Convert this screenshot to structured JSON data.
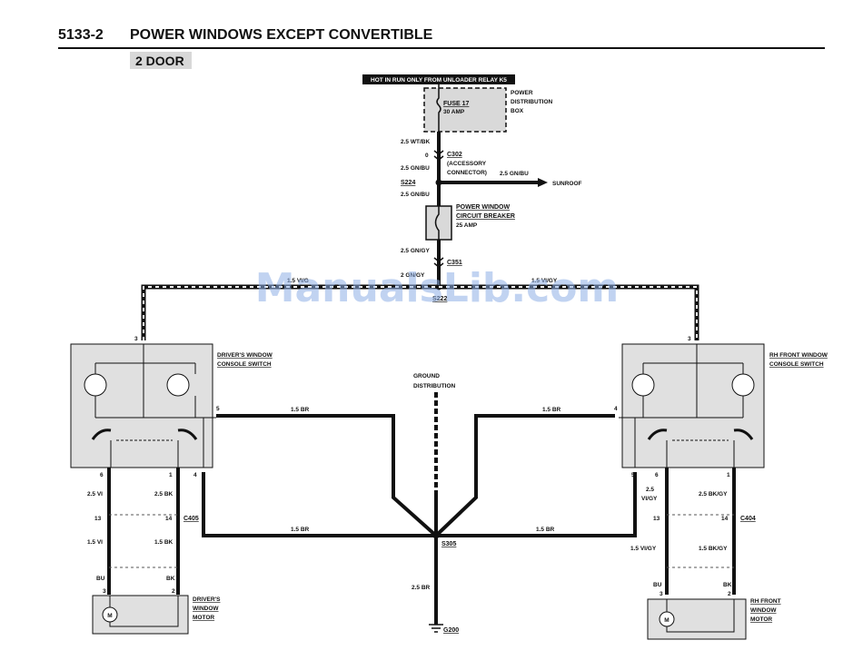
{
  "header": {
    "code": "5133-2",
    "title": "POWER WINDOWS  EXCEPT CONVERTIBLE",
    "variant": "2 DOOR"
  },
  "watermark": "ManualsLib.com",
  "power": {
    "hot_banner": "HOT IN RUN ONLY FROM UNLOADER RELAY K5",
    "fuse": "FUSE 17",
    "fuse_amp": "30 AMP",
    "box": [
      "POWER",
      "DISTRIBUTION",
      "BOX"
    ],
    "wire1": "2.5 WT/BK",
    "c302_pin": "0",
    "c302": "C302",
    "c302_desc": [
      "(ACCESSORY",
      "CONNECTOR)"
    ],
    "wire2": "2.5 GN/BU",
    "splice": "S224",
    "sunroof_wire": "2.5 GN/BU",
    "sunroof": "SUNROOF",
    "wire3": "2.5 GN/BU",
    "breaker": [
      "POWER WINDOW",
      "CIRCUIT BREAKER"
    ],
    "breaker_amp": "25 AMP",
    "wire4": "2.5 GN/GY",
    "c351": "C351",
    "wire5": "2  GN/GY",
    "left_bus": "1.5 VI/G",
    "right_bus": "1.5 VI/GY",
    "splice2": "S222"
  },
  "ground": {
    "title": [
      "GROUND",
      "DISTRIBUTION"
    ],
    "splice": "S305",
    "wire": "2.5 BR",
    "g": "G200"
  },
  "driver": {
    "switch": [
      "DRIVER'S WINDOW",
      "CONSOLE SWITCH"
    ],
    "pin_top": "3",
    "pin_gnd": "5",
    "pin_a": "6",
    "pin_b": "1",
    "pin_c": "4",
    "wire_gnd": "1.5 BR",
    "wire_c": "1.5 BR",
    "wire_a": "2.5 VI",
    "wire_b": "2.5 BK",
    "conn_pin_a": "13",
    "conn_pin_b": "14",
    "conn": "C405",
    "wire_a2": "1.5 VI",
    "wire_b2": "1.5 BK",
    "col_a": "BU",
    "col_b": "BK",
    "motor_pin_a": "3",
    "motor_pin_b": "2",
    "motor": [
      "DRIVER'S",
      "WINDOW",
      "MOTOR"
    ],
    "motor_symbol": "M"
  },
  "rh": {
    "switch": [
      "RH FRONT WINDOW",
      "CONSOLE SWITCH"
    ],
    "pin_top": "3",
    "pin_gnd": "4",
    "pin_c": "5",
    "pin_a": "6",
    "pin_b": "1",
    "wire_gnd": "1.5 BR",
    "wire_c": "1.5 BR",
    "wire_a": [
      "2.5",
      "VI/GY"
    ],
    "wire_b": "2.5 BK/GY",
    "conn_pin_a": "13",
    "conn_pin_b": "14",
    "conn": "C404",
    "wire_a2": "1.5 VI/GY",
    "wire_b2": "1.5 BK/GY",
    "col_a": "BU",
    "col_b": "BK",
    "motor_pin_a": "3",
    "motor_pin_b": "2",
    "motor": [
      "RH FRONT",
      "WINDOW",
      "MOTOR"
    ],
    "motor_symbol": "M"
  }
}
